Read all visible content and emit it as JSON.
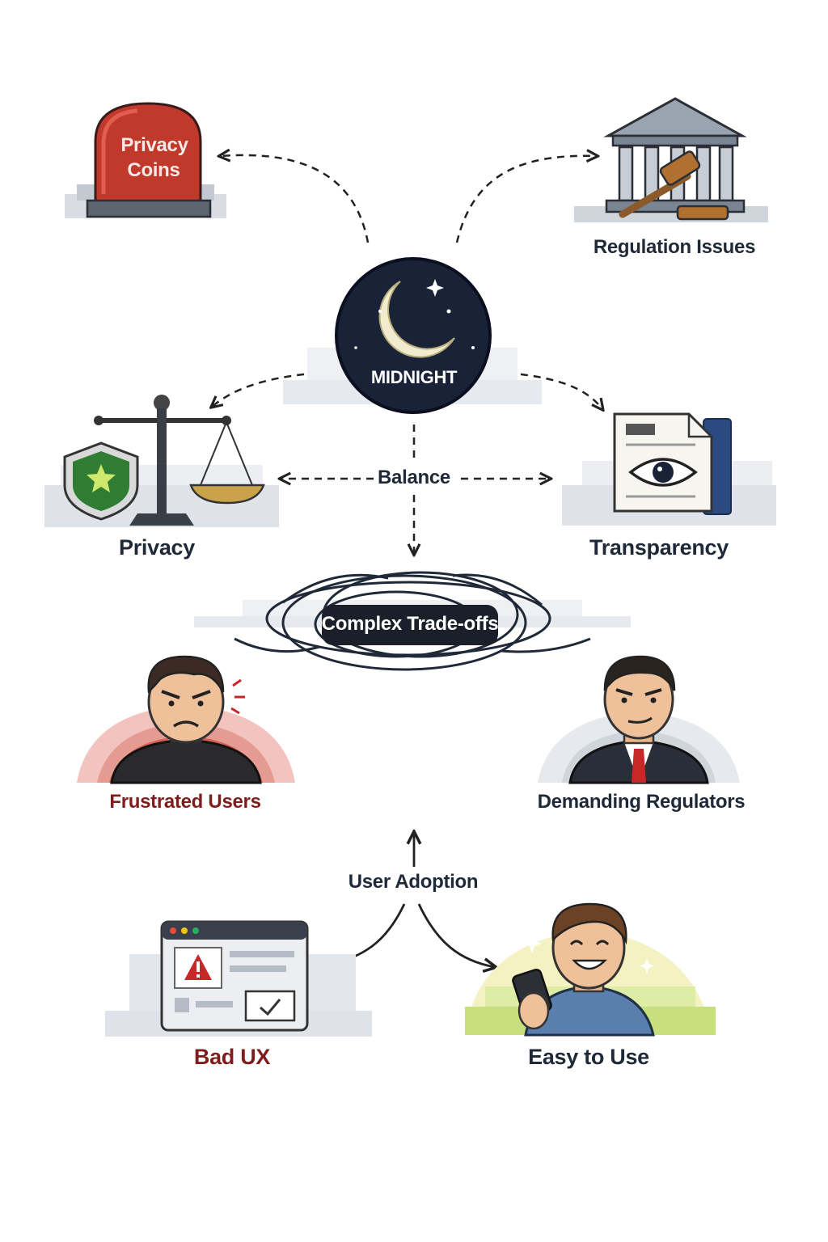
{
  "labels": {
    "privacy_coins_line1": "Privacy",
    "privacy_coins_line2": "Coins",
    "regulation_issues": "Regulation Issues",
    "midnight": "MIDNIGHT",
    "balance": "Balance",
    "privacy": "Privacy",
    "transparency": "Transparency",
    "complex_tradeoffs": "Complex Trade-offs",
    "frustrated_users": "Frustrated Users",
    "demanding_regulators": "Demanding Regulators",
    "user_adoption": "User Adoption",
    "bad_ux": "Bad UX",
    "easy_to_use": "Easy to Use"
  },
  "colors": {
    "ink": "#1f2937",
    "negative_red": "#7f1d1d",
    "tombstone_red": "#c0392b",
    "midnight_navy": "#1a2238",
    "shield_green": "#2e7d32",
    "positive_green": "#9bc53d",
    "tie_red": "#c62828"
  },
  "icons": [
    "tombstone-icon",
    "courthouse-icon",
    "gavel-icon",
    "moon-icon",
    "scales-icon",
    "shield-icon",
    "document-eye-icon",
    "tangle-icon",
    "frustrated-user-icon",
    "regulator-icon",
    "browser-warning-icon",
    "happy-user-phone-icon"
  ]
}
